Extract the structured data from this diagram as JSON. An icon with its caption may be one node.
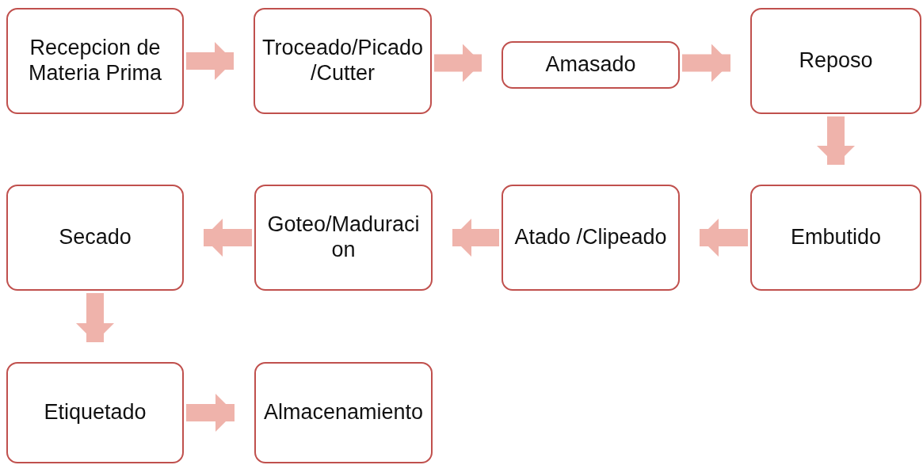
{
  "diagram": {
    "nodes": [
      {
        "text": [
          "Recepcion de Materia Prima"
        ]
      },
      {
        "text": [
          "Troceado/Picado/Cutter"
        ]
      },
      {
        "text": [
          "Amasado"
        ]
      },
      {
        "text": [
          "Reposo"
        ]
      },
      {
        "text": [
          "Embutido"
        ]
      },
      {
        "text": [
          "Atado /Clipeado"
        ]
      },
      {
        "text": [
          "Goteo/Maduracion"
        ]
      },
      {
        "text": [
          "Secado"
        ]
      },
      {
        "text": [
          "Etiquetado"
        ]
      },
      {
        "text": [
          "Almacenamiento"
        ]
      }
    ],
    "edges": [
      {
        "from": 0,
        "to": 1,
        "arrow": "to"
      },
      {
        "from": 1,
        "to": 2,
        "arrow": "to"
      },
      {
        "from": 2,
        "to": 3,
        "arrow": "to"
      },
      {
        "from": 3,
        "to": 4,
        "arrow": "to"
      },
      {
        "from": 4,
        "to": 5,
        "arrow": "to"
      },
      {
        "from": 5,
        "to": 6,
        "arrow": "to"
      },
      {
        "from": 6,
        "to": 7,
        "arrow": "to"
      },
      {
        "from": 7,
        "to": 8,
        "arrow": "to"
      },
      {
        "from": 8,
        "to": 9,
        "arrow": "to"
      }
    ]
  }
}
